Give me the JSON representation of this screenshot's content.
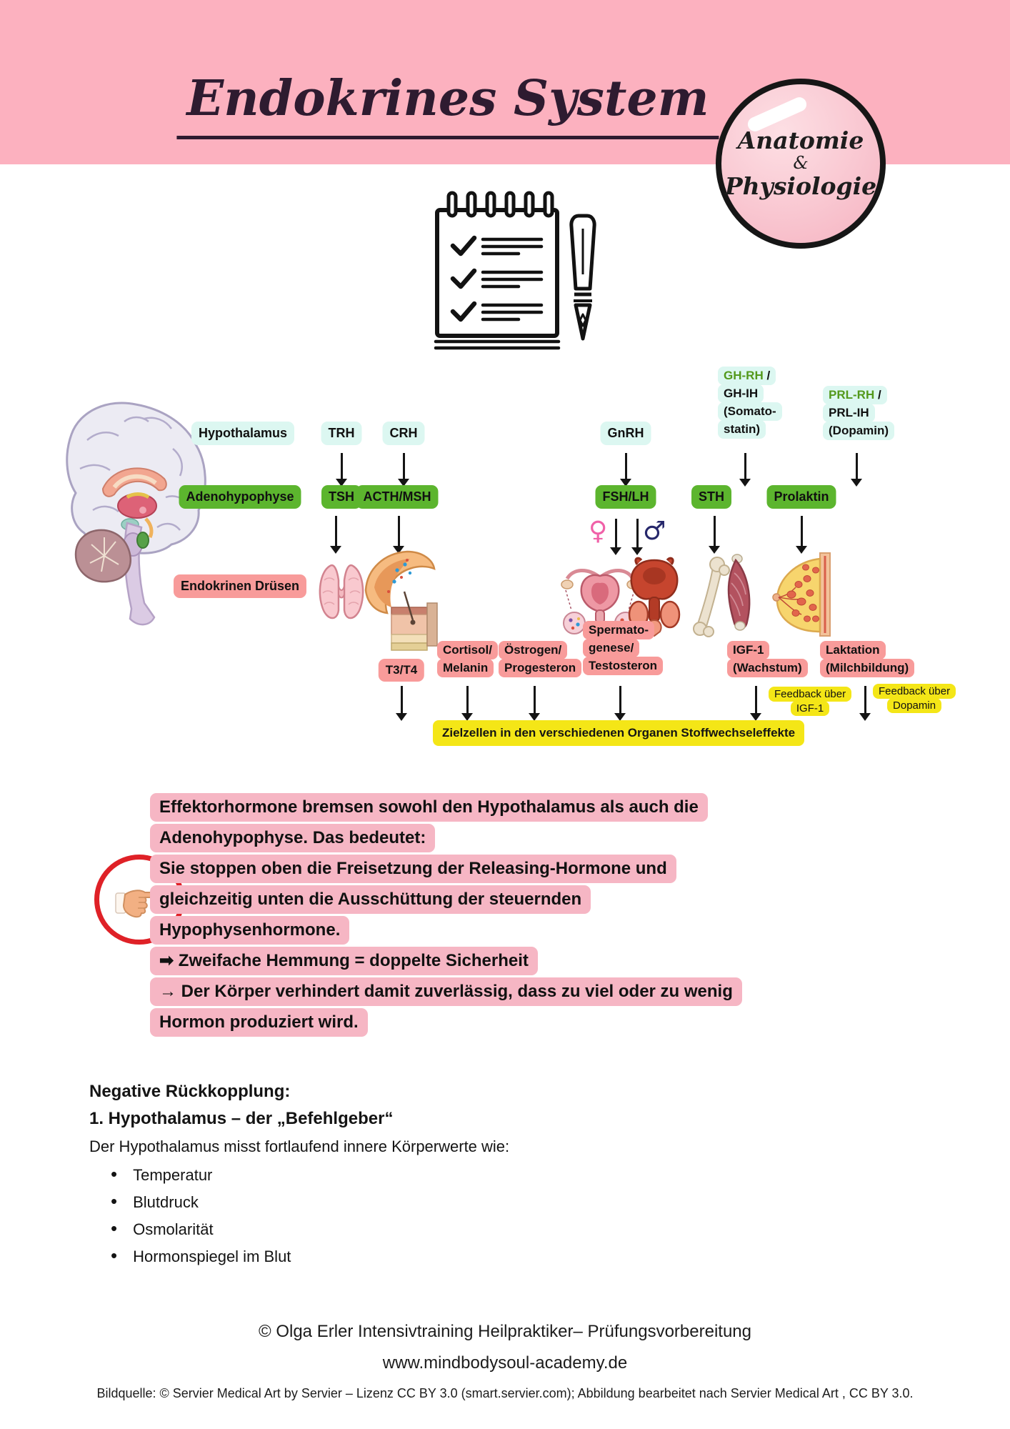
{
  "header": {
    "title": "Endokrines System",
    "badge": {
      "line1": "Anatomie",
      "line2": "&",
      "line3": "Physiologie"
    }
  },
  "colors": {
    "header_pink": "#fcb1bf",
    "label_cyan": "#dcf7f1",
    "label_green": "#5cb52e",
    "label_salmon": "#f89b9a",
    "note_pink": "#f6b6c4",
    "highlight_yellow": "#f4e617",
    "text_green": "#53991c",
    "text_red": "#f4606c",
    "female_pink": "#f061a8",
    "male_navy": "#26276b",
    "finger_ring_red": "#df2127"
  },
  "diagram": {
    "rows": {
      "hypothalamus": "Hypothalamus",
      "adenohypophyse": "Adenohypophyse",
      "endokrine_druesen": "Endokrinen Drüsen"
    },
    "releasing": {
      "trh": "TRH",
      "crh": "CRH",
      "gnrh": "GnRH",
      "gh": {
        "green": "GH-RH",
        "slash": "/",
        "l2": "GH-IH",
        "l3": "(Somato-",
        "l4": "statin)"
      },
      "prl": {
        "green": "PRL-RH",
        "slash": "/",
        "l2": "PRL-IH",
        "l3": "(Dopamin)"
      }
    },
    "pituitary": {
      "tsh": "TSH",
      "acth": "ACTH/MSH",
      "fshlh": "FSH/LH",
      "sth": "STH",
      "prolaktin": "Prolaktin"
    },
    "symbols": {
      "female": "♀",
      "male": "♂"
    },
    "effectors": {
      "t3t4": "T3/T4",
      "cortisol": {
        "l1": "Cortisol/",
        "l2": "Melanin"
      },
      "oestrogen": {
        "l1": "Östrogen/",
        "l2": "Progesteron"
      },
      "spermato": {
        "l1": "Spermato-",
        "l2": "genese/",
        "l3": "Testosteron"
      },
      "igf": {
        "l1": "IGF-1",
        "l2": "(Wachstum)"
      },
      "laktation": {
        "l1": "Laktation",
        "l2": "(Milchbildung)"
      }
    },
    "feedback": {
      "igf": {
        "l1": "Feedback über",
        "l2": "IGF-1"
      },
      "dopamin": {
        "l1": "Feedback über",
        "l2": "Dopamin"
      }
    },
    "target_bar": "Zielzellen in den verschiedenen Organen Stoffwechseleffekte"
  },
  "note": {
    "lines": [
      "Effektorhormone bremsen sowohl den Hypothalamus als auch die",
      "Adenohypophyse. Das bedeutet:",
      "Sie stoppen oben die Freisetzung der Releasing-Hormone und",
      "gleichzeitig unten die Ausschüttung der steuernden",
      "Hypophysenhormone.",
      "➡ Zweifache Hemmung = doppelte Sicherheit",
      "→ Der Körper verhindert damit zuverlässig, dass zu viel oder zu wenig",
      "Hormon produziert wird."
    ]
  },
  "section": {
    "heading": "Negative Rückkopplung:",
    "subheading": "1. Hypothalamus – der „Befehlgeber“",
    "intro": "Der Hypothalamus misst fortlaufend innere Körperwerte wie:",
    "bullets": [
      "Temperatur",
      "Blutdruck",
      "Osmolarität",
      "Hormonspiegel im Blut"
    ]
  },
  "footer": {
    "line1": "© Olga Erler Intensivtraining Heilpraktiker– Prüfungsvorbereitung",
    "line2": "www.mindbodysoul-academy.de",
    "source": "Bildquelle: © Servier Medical Art by Servier – Lizenz CC BY 3.0 (smart.servier.com); Abbildung bearbeitet nach Servier Medical Art , CC BY 3.0."
  },
  "icons": {
    "checklist": "checklist-notepad-icon",
    "pen": "fountain-pen-icon",
    "pointer": "pointing-finger-icon",
    "brain": "brain-sagittal-illustration",
    "thyroid": "thyroid-gland",
    "adrenal": "adrenal-gland-and-skin",
    "female_organs": "female-reproductive-organs",
    "male_organs": "male-reproductive-organs",
    "bone_muscle": "bone-and-muscle",
    "breast": "mammary-gland"
  }
}
